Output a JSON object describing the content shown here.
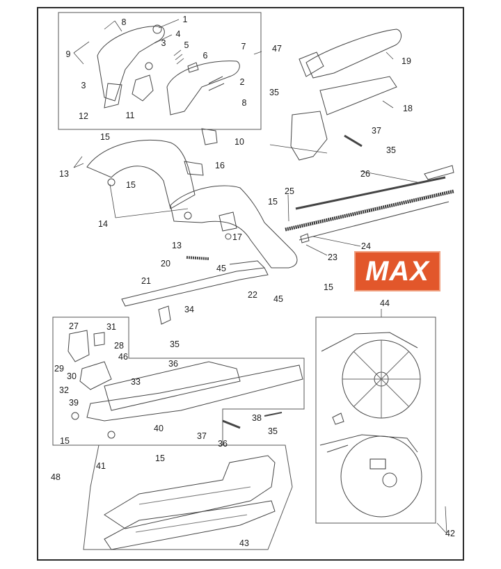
{
  "brand": {
    "logo_text": "MAX",
    "logo_color": "#e2572b"
  },
  "callouts": [
    {
      "id": "c1",
      "text": "1"
    },
    {
      "id": "c2a",
      "text": "2"
    },
    {
      "id": "c3a",
      "text": "3"
    },
    {
      "id": "c3b",
      "text": "3"
    },
    {
      "id": "c4",
      "text": "4"
    },
    {
      "id": "c5",
      "text": "5"
    },
    {
      "id": "c6",
      "text": "6"
    },
    {
      "id": "c7",
      "text": "7"
    },
    {
      "id": "c8a",
      "text": "8"
    },
    {
      "id": "c8b",
      "text": "8"
    },
    {
      "id": "c9",
      "text": "9"
    },
    {
      "id": "c10",
      "text": "10"
    },
    {
      "id": "c11",
      "text": "11"
    },
    {
      "id": "c12",
      "text": "12"
    },
    {
      "id": "c13a",
      "text": "13"
    },
    {
      "id": "c13b",
      "text": "13"
    },
    {
      "id": "c14",
      "text": "14"
    },
    {
      "id": "c15a",
      "text": "15"
    },
    {
      "id": "c15b",
      "text": "15"
    },
    {
      "id": "c15c",
      "text": "15"
    },
    {
      "id": "c15d",
      "text": "15"
    },
    {
      "id": "c15e",
      "text": "15"
    },
    {
      "id": "c15f",
      "text": "15"
    },
    {
      "id": "c16",
      "text": "16"
    },
    {
      "id": "c17",
      "text": "17"
    },
    {
      "id": "c18",
      "text": "18"
    },
    {
      "id": "c19",
      "text": "19"
    },
    {
      "id": "c20",
      "text": "20"
    },
    {
      "id": "c21",
      "text": "21"
    },
    {
      "id": "c22",
      "text": "22"
    },
    {
      "id": "c23",
      "text": "23"
    },
    {
      "id": "c24",
      "text": "24"
    },
    {
      "id": "c25",
      "text": "25"
    },
    {
      "id": "c26",
      "text": "26"
    },
    {
      "id": "c27",
      "text": "27"
    },
    {
      "id": "c28",
      "text": "28"
    },
    {
      "id": "c29",
      "text": "29"
    },
    {
      "id": "c30",
      "text": "30"
    },
    {
      "id": "c31",
      "text": "31"
    },
    {
      "id": "c32",
      "text": "32"
    },
    {
      "id": "c33",
      "text": "33"
    },
    {
      "id": "c34",
      "text": "34"
    },
    {
      "id": "c35a",
      "text": "35"
    },
    {
      "id": "c35b",
      "text": "35"
    },
    {
      "id": "c35c",
      "text": "35"
    },
    {
      "id": "c35d",
      "text": "35"
    },
    {
      "id": "c36a",
      "text": "36"
    },
    {
      "id": "c36b",
      "text": "36"
    },
    {
      "id": "c37a",
      "text": "37"
    },
    {
      "id": "c37b",
      "text": "37"
    },
    {
      "id": "c38",
      "text": "38"
    },
    {
      "id": "c39",
      "text": "39"
    },
    {
      "id": "c40",
      "text": "40"
    },
    {
      "id": "c41",
      "text": "41"
    },
    {
      "id": "c42",
      "text": "42"
    },
    {
      "id": "c43",
      "text": "43"
    },
    {
      "id": "c44",
      "text": "44"
    },
    {
      "id": "c45a",
      "text": "45"
    },
    {
      "id": "c45b",
      "text": "45"
    },
    {
      "id": "c46",
      "text": "46"
    },
    {
      "id": "c47",
      "text": "47"
    },
    {
      "id": "c48",
      "text": "48"
    }
  ]
}
